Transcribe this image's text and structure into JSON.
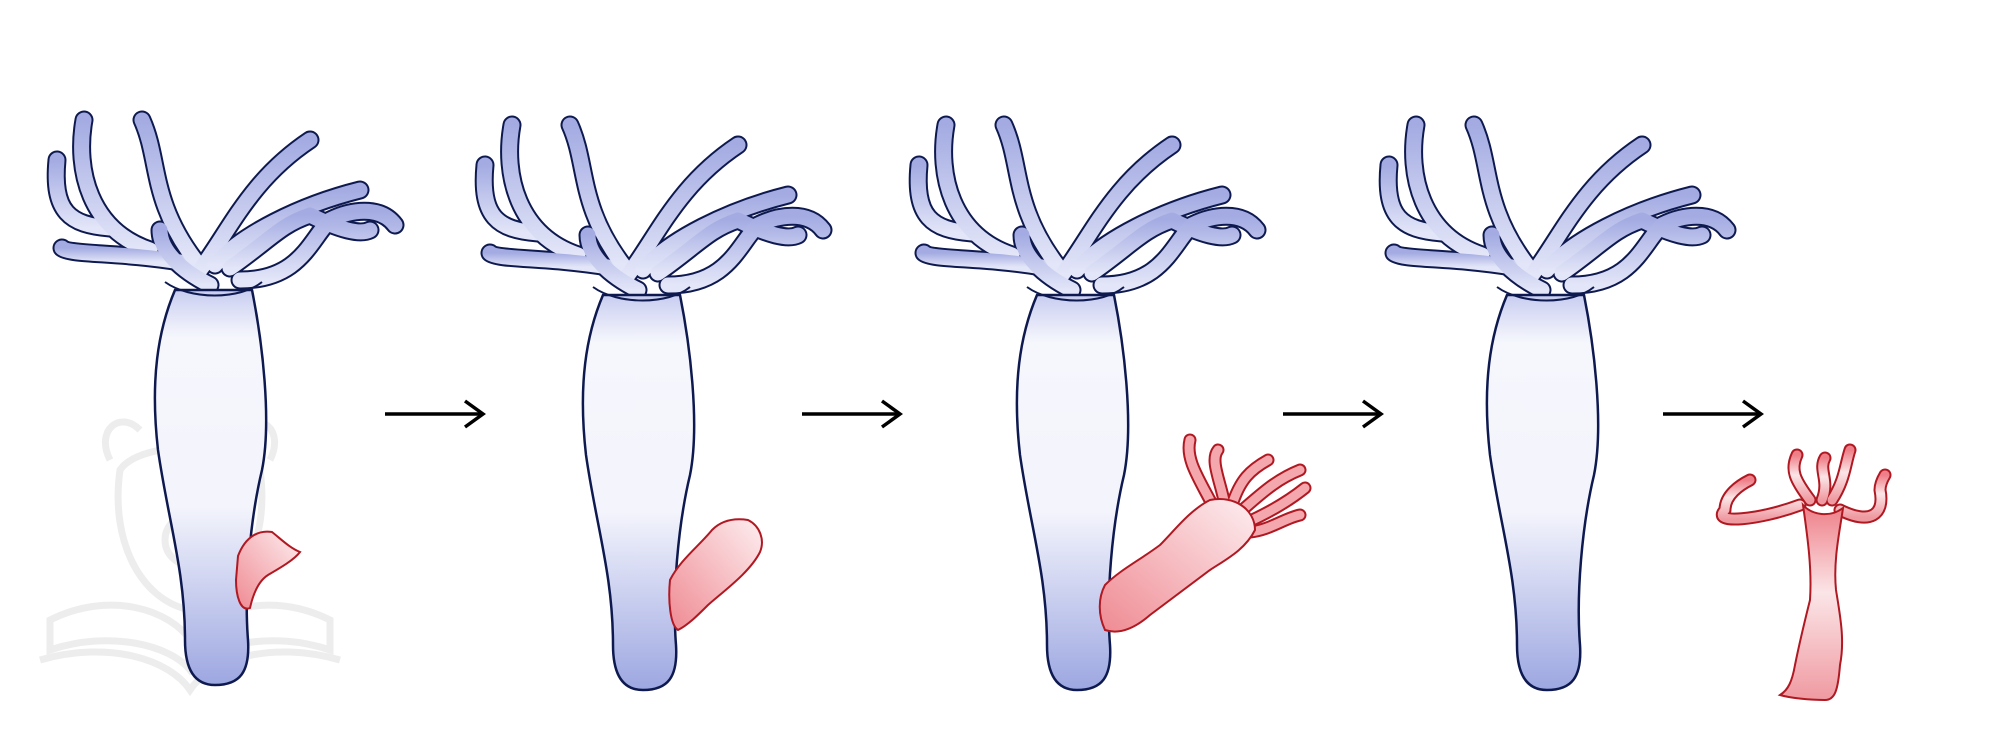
{
  "diagram": {
    "subject": "hydra-budding",
    "stages": [
      {
        "id": "stage-1",
        "bud": "initial-outgrowth"
      },
      {
        "id": "stage-2",
        "bud": "elongated-bud"
      },
      {
        "id": "stage-3",
        "bud": "bud-with-tentacles"
      },
      {
        "id": "stage-4",
        "bud": "detached-young-hydra"
      }
    ],
    "arrows": 4
  },
  "colors": {
    "parent_fill_top": "#aab2e4",
    "parent_fill_mid": "#f7f8fe",
    "parent_fill_bottom": "#9fa9e2",
    "parent_outline": "#0e1a4f",
    "bud_fill_light": "#fdeeee",
    "bud_fill_dark": "#ec7d85",
    "bud_outline": "#b01822",
    "arrow": "#000000",
    "watermark": "#eeeeee"
  },
  "icons": {
    "watermark": "bear-book-watermark-icon",
    "arrow": "right-arrow-icon"
  }
}
